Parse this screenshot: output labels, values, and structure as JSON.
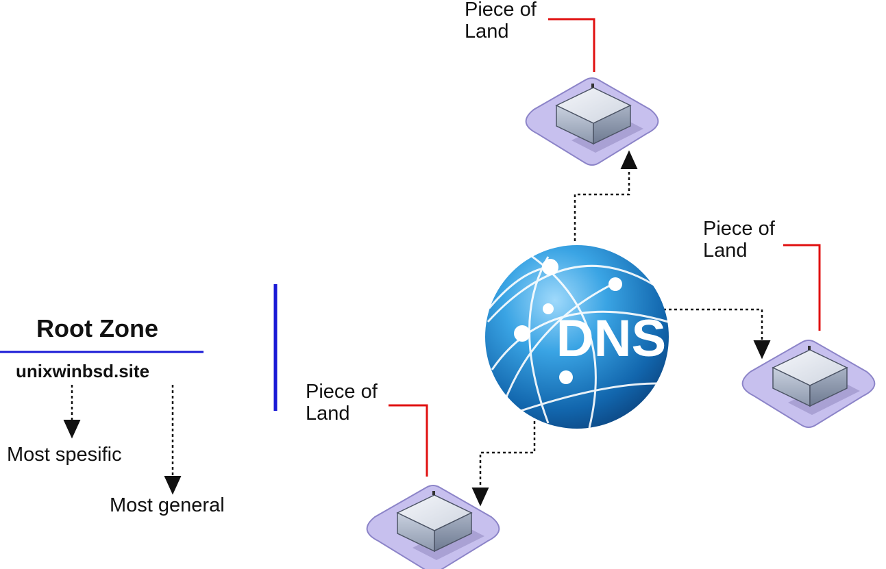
{
  "root_zone": {
    "title": "Root Zone",
    "domain": "unixwinbsd.site",
    "arrows": {
      "specific": "Most spesific",
      "general": "Most general"
    }
  },
  "dns": {
    "label": "DNS"
  },
  "lands": {
    "top": "Piece of Land",
    "right": "Piece of Land",
    "bottom": "Piece of Land"
  },
  "colors": {
    "blue_rule": "#1a1ad6",
    "red_connector": "#e01010",
    "platform_fill": "#c7c0ee",
    "globe": "#1d7fc4"
  }
}
